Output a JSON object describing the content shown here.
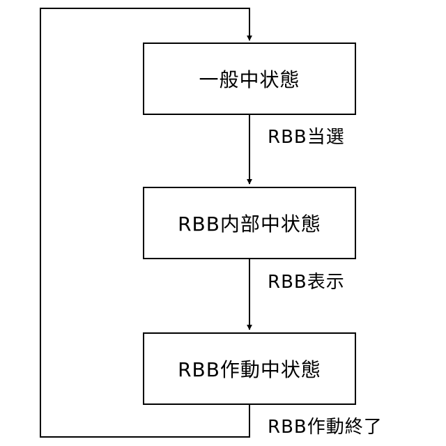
{
  "states": [
    {
      "id": "normal",
      "label": "一般中状態"
    },
    {
      "id": "rbb-internal",
      "label": "RBB内部中状態"
    },
    {
      "id": "rbb-active",
      "label": "RBB作動中状態"
    }
  ],
  "transitions": [
    {
      "from": "normal",
      "to": "rbb-internal",
      "label": "RBB当選"
    },
    {
      "from": "rbb-internal",
      "to": "rbb-active",
      "label": "RBB表示"
    },
    {
      "from": "rbb-active",
      "to": "normal",
      "label": "RBB作動終了"
    }
  ],
  "colors": {
    "line": "#000000",
    "background": "#ffffff"
  }
}
